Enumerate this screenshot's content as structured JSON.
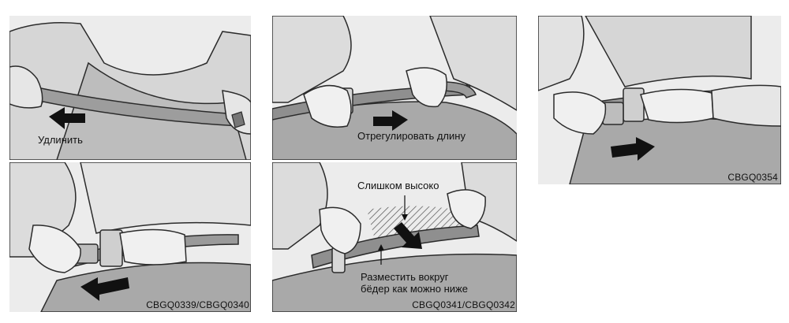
{
  "labels": {
    "lengthen": "Удлинить",
    "adjust_length": "Отрегулировать длину",
    "too_high": "Слишком высоко",
    "place_low_line1": "Разместить вокруг",
    "place_low_line2": "бёдер как можно ниже"
  },
  "codes": {
    "left_column": "CBGQ0339/CBGQ0340",
    "middle_column": "CBGQ0341/CBGQ0342",
    "right_panel": "CBGQ0354"
  },
  "colors": {
    "panel_bg": "#ececec",
    "seat": "#a9a9a9",
    "outline": "#2b2b2b",
    "arrow": "#111111"
  }
}
